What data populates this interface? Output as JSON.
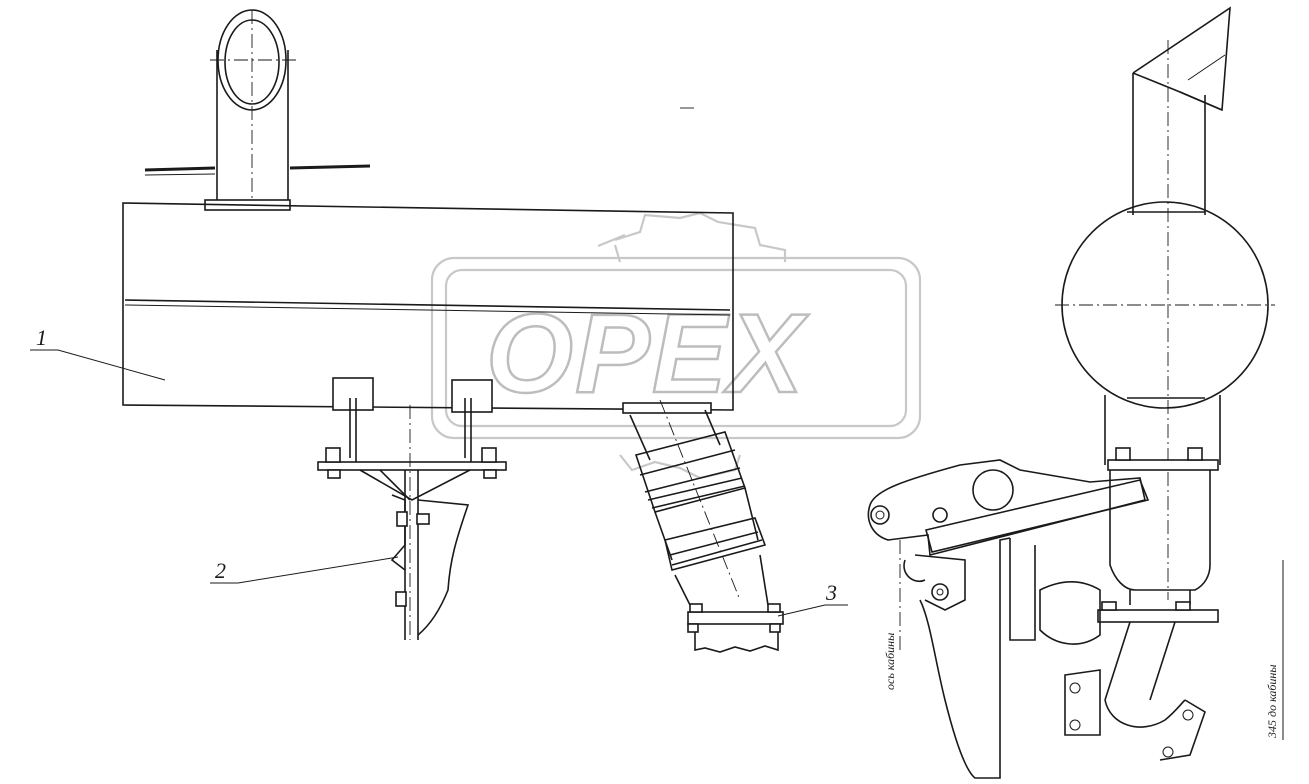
{
  "watermark": {
    "text": "OPEX"
  },
  "callouts": [
    {
      "id": "1",
      "label": "1"
    },
    {
      "id": "2",
      "label": "2"
    },
    {
      "id": "3",
      "label": "3"
    }
  ],
  "notes": {
    "axis_cab": "ось кабины",
    "dim_to_cab": "345 до кабины"
  }
}
